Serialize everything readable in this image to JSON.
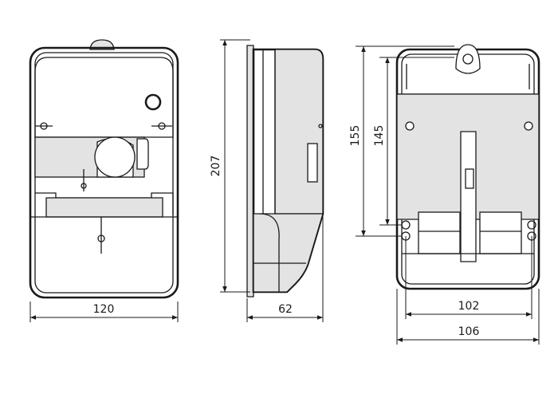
{
  "dimensions": {
    "front_width": "120",
    "side_height": "207",
    "side_depth": "62",
    "back_height_outer": "155",
    "back_height_inner": "145",
    "back_width_inner": "102",
    "back_width_outer": "106"
  }
}
